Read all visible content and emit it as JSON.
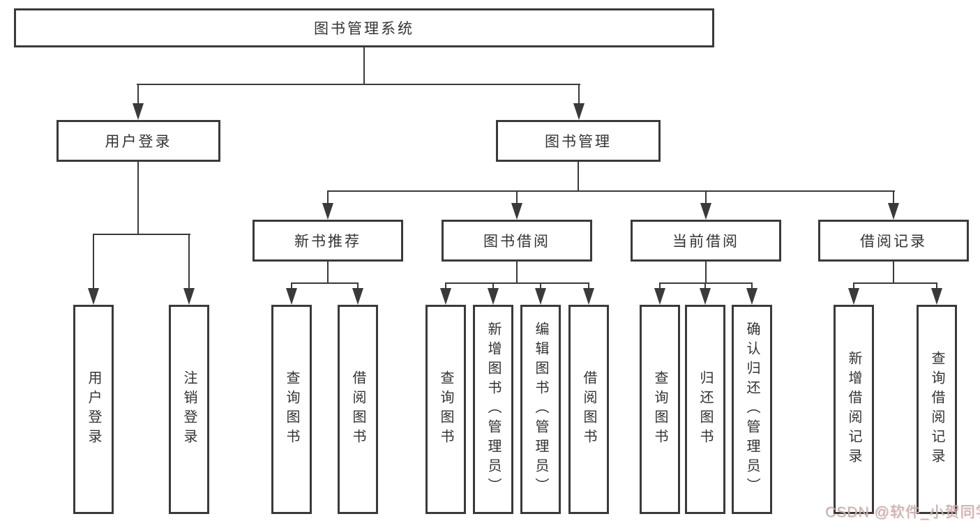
{
  "tree": {
    "label": "图书管理系统",
    "children": [
      {
        "label": "用户登录",
        "children": [
          {
            "label": "用户登录"
          },
          {
            "label": "注销登录"
          }
        ]
      },
      {
        "label": "图书管理",
        "children": [
          {
            "label": "新书推荐",
            "children": [
              {
                "label": "查询图书"
              },
              {
                "label": "借阅图书"
              }
            ]
          },
          {
            "label": "图书借阅",
            "children": [
              {
                "label": "查询图书"
              },
              {
                "label": "新增图书（管理员）"
              },
              {
                "label": "编辑图书（管理员）"
              },
              {
                "label": "借阅图书"
              }
            ]
          },
          {
            "label": "当前借阅",
            "children": [
              {
                "label": "查询图书"
              },
              {
                "label": "归还图书"
              },
              {
                "label": "确认归还（管理员）"
              }
            ]
          },
          {
            "label": "借阅记录",
            "children": [
              {
                "label": "新增借阅记录"
              },
              {
                "label": "查询借阅记录"
              }
            ]
          }
        ]
      }
    ]
  },
  "watermark": {
    "text": "CSDN @软件_小贺同学"
  },
  "colors": {
    "line": "#3a3a3a",
    "box_border": "#3a3a3a",
    "text": "#333333",
    "background": "#ffffff",
    "watermark": "#c3b6b6"
  }
}
